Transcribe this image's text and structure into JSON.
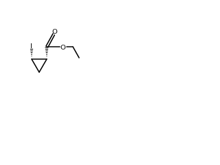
{
  "molecule": {
    "atoms": {
      "iodine": "I",
      "ester_oxygen": "O",
      "carbonyl_oxygen": "O"
    },
    "stereo": {
      "c1_to_iodine": "hashed-wedge",
      "c2_to_carbonyl": "hashed-wedge"
    }
  }
}
